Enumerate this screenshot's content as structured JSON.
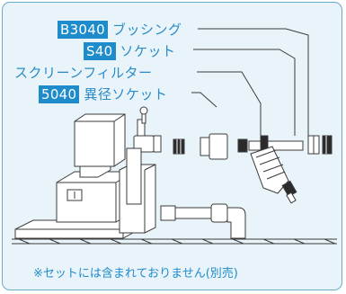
{
  "labels": [
    {
      "code": "B3040",
      "text": "ブッシング"
    },
    {
      "code": "S40",
      "text": "ソケット"
    },
    {
      "code": "",
      "text": "スクリーンフィルター"
    },
    {
      "code": "5040",
      "text": "異径ソケット"
    }
  ],
  "note": "※セットには含まれておりません(別売)",
  "colors": {
    "frame": "#6aa9cc",
    "background": "#e9f4fa",
    "accent": "#1e8ccb",
    "line": "#3b3b3b"
  }
}
